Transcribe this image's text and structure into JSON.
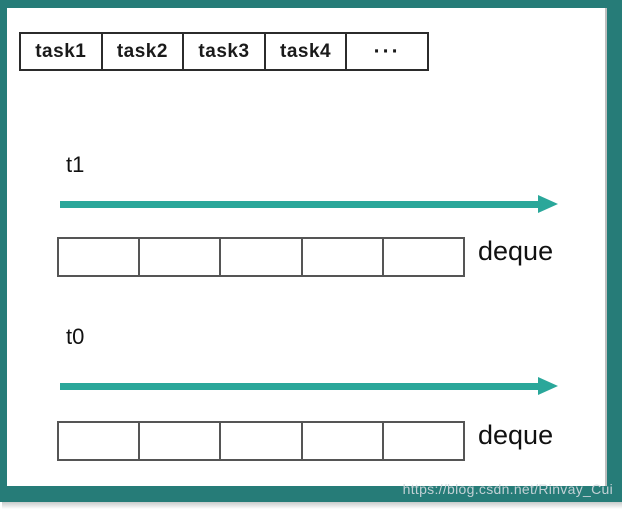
{
  "frame": {
    "border_color": "#267c78"
  },
  "task_queue": {
    "cells": [
      "task1",
      "task2",
      "task3",
      "task4",
      "···"
    ]
  },
  "threads": [
    {
      "label": "t1",
      "deque_label": "deque",
      "deque_cells": 5
    },
    {
      "label": "t0",
      "deque_label": "deque",
      "deque_cells": 5
    }
  ],
  "arrow": {
    "color": "#2aa79a",
    "direction": "right"
  },
  "watermark": {
    "text": "https://blog.csdn.net/Rinvay_Cui"
  }
}
